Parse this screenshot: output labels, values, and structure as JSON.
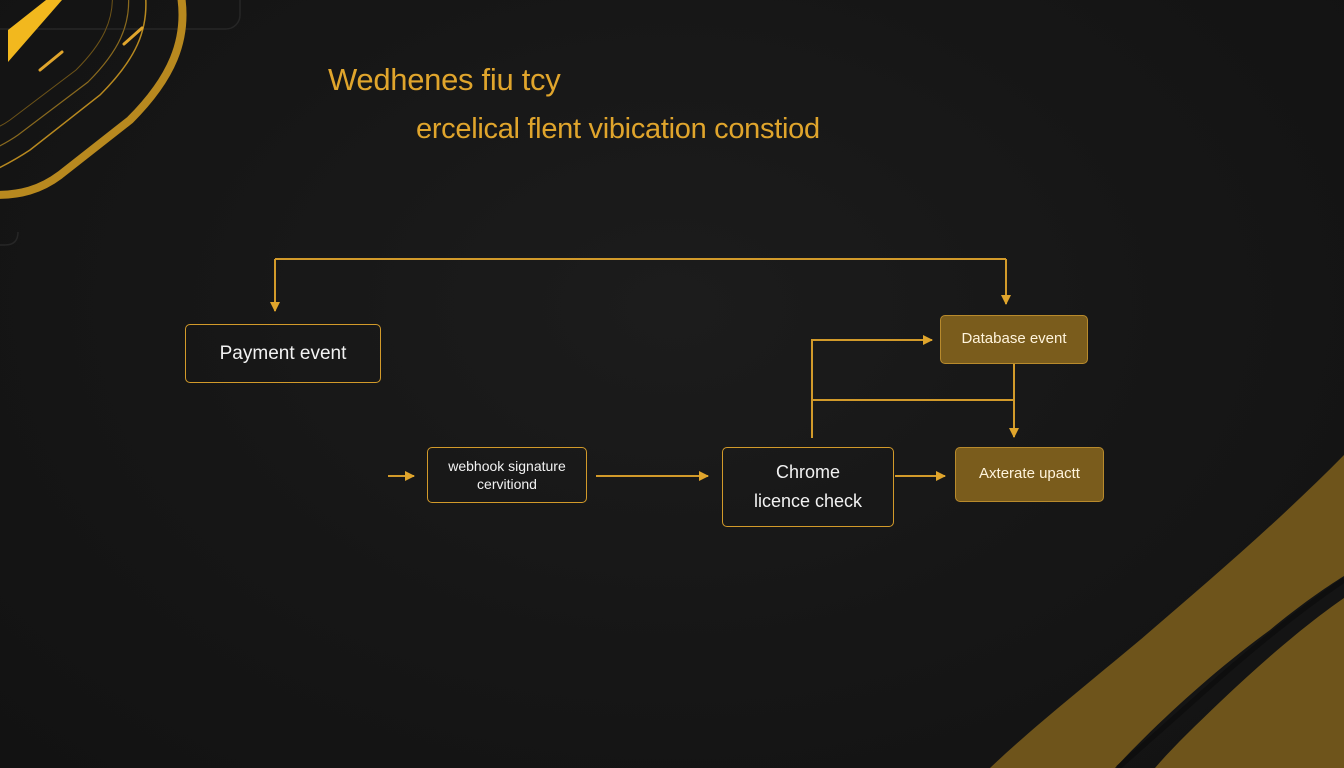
{
  "diagram": {
    "title": "Wedhenes fiu tcy",
    "subtitle": "ercelical flent vibication constiod",
    "nodes": {
      "payment": "Payment event",
      "webhook": "webhook signature\ncervitiond",
      "chrome": "Chrome\nlicence check",
      "database": "Database event",
      "alternate": "Axterate upactt"
    }
  },
  "colors": {
    "background": "#161616",
    "accent": "#e0a52c",
    "box_border": "#d29a2a",
    "box_fill": "#7a5c1c",
    "text": "#f2f2f2"
  }
}
